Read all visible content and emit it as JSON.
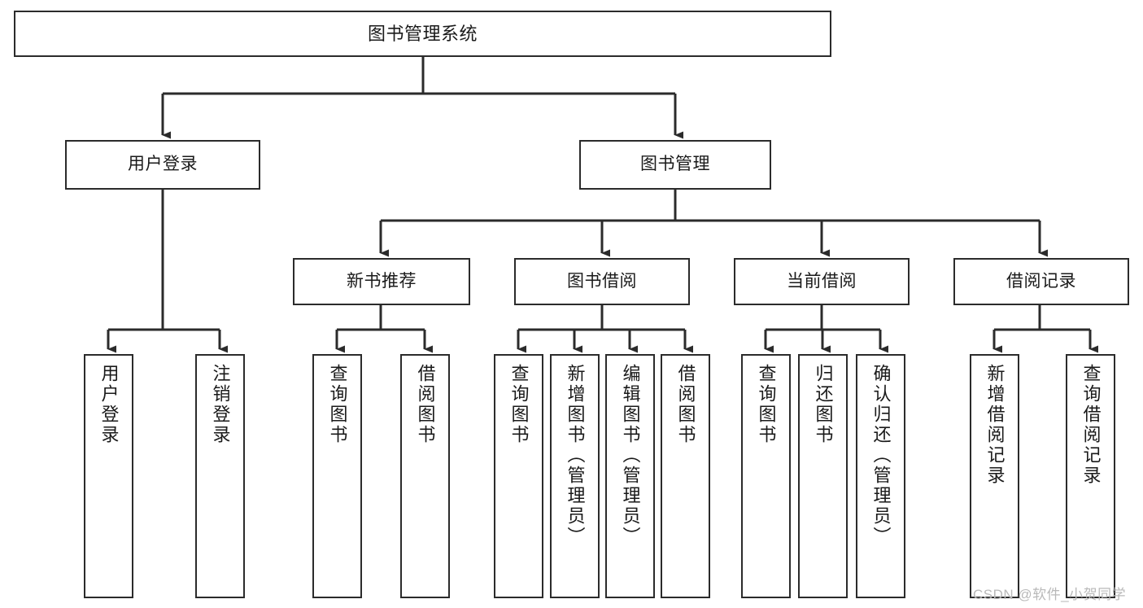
{
  "diagram": {
    "type": "tree",
    "title": "图书管理系统",
    "watermark": "CSDN @软件_小贺同学",
    "colors": {
      "border": "#2b2b2b",
      "background": "#ffffff",
      "text": "#1a1a1a",
      "watermark": "#b9b9b9"
    },
    "nodes": {
      "root": {
        "label": "图书管理系统"
      },
      "level2": [
        {
          "id": "user-login",
          "label": "用户登录"
        },
        {
          "id": "book-manage",
          "label": "图书管理"
        }
      ],
      "level3": [
        {
          "id": "new-book-recommend",
          "label": "新书推荐"
        },
        {
          "id": "book-borrow",
          "label": "图书借阅"
        },
        {
          "id": "current-borrow",
          "label": "当前借阅"
        },
        {
          "id": "borrow-record",
          "label": "借阅记录"
        }
      ],
      "leaves": [
        {
          "id": "leaf-user-login",
          "label": "用户登录",
          "parent": "user-login"
        },
        {
          "id": "leaf-logout",
          "label": "注销登录",
          "parent": "user-login"
        },
        {
          "id": "leaf-query-book-1",
          "label": "查询图书",
          "parent": "new-book-recommend"
        },
        {
          "id": "leaf-borrow-book-1",
          "label": "借阅图书",
          "parent": "new-book-recommend"
        },
        {
          "id": "leaf-query-book-2",
          "label": "查询图书",
          "parent": "book-borrow"
        },
        {
          "id": "leaf-add-book",
          "label": "新增图书（管理员）",
          "parent": "book-borrow"
        },
        {
          "id": "leaf-edit-book",
          "label": "编辑图书（管理员）",
          "parent": "book-borrow"
        },
        {
          "id": "leaf-borrow-book-2",
          "label": "借阅图书",
          "parent": "book-borrow"
        },
        {
          "id": "leaf-query-book-3",
          "label": "查询图书",
          "parent": "current-borrow"
        },
        {
          "id": "leaf-return-book",
          "label": "归还图书",
          "parent": "current-borrow"
        },
        {
          "id": "leaf-confirm-return",
          "label": "确认归还（管理员）",
          "parent": "current-borrow"
        },
        {
          "id": "leaf-add-record",
          "label": "新增借阅记录",
          "parent": "borrow-record"
        },
        {
          "id": "leaf-query-record",
          "label": "查询借阅记录",
          "parent": "borrow-record"
        }
      ]
    }
  }
}
